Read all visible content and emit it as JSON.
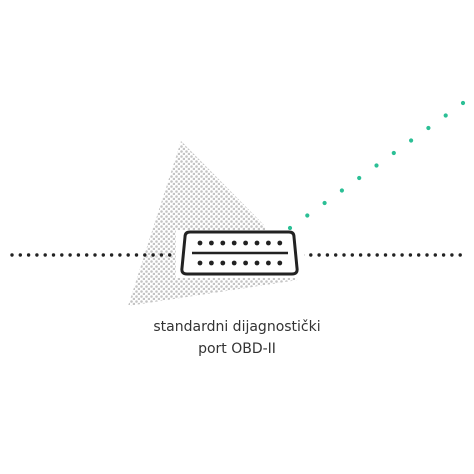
{
  "caption": {
    "line1": "standardni dijagnostički",
    "line2": "port OBD-II"
  },
  "colors": {
    "background": "#ffffff",
    "black_dots": "#222222",
    "teal_dots": "#2bbf95",
    "halftone": "#c4c4c4",
    "connector_stroke": "#222222",
    "caption_text": "#333333"
  },
  "icons": {
    "connector": "obd-ii-connector-icon",
    "signal_cone": "halftone-triangle"
  }
}
